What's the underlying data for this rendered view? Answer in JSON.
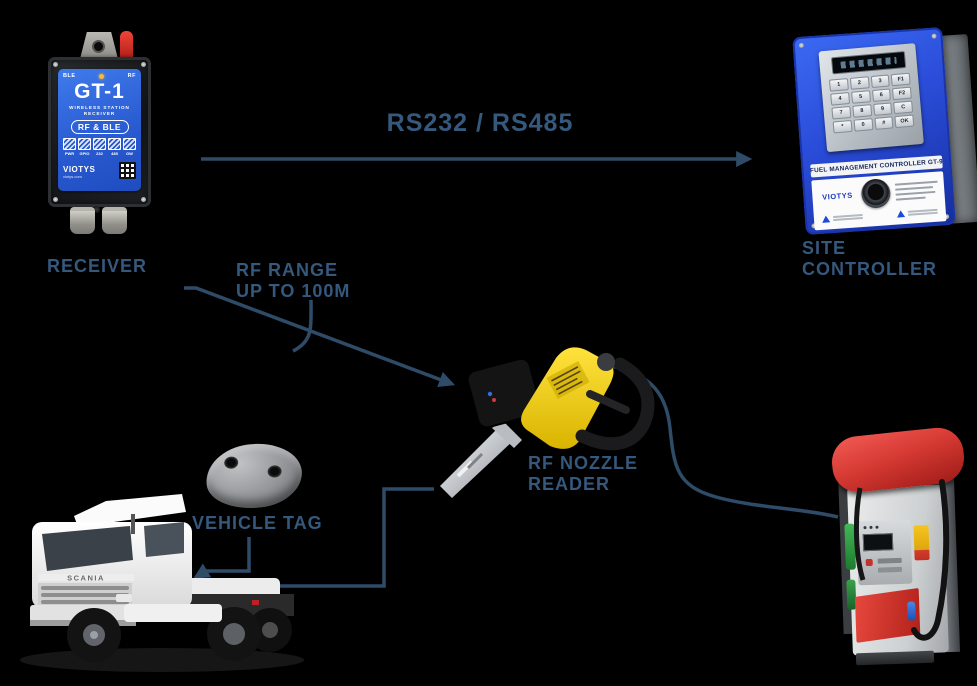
{
  "scene": {
    "background": "#000000",
    "label_color": "#35587d",
    "line_color": "#2e4b68"
  },
  "connections": {
    "bus": {
      "label": "RS232 / RS485"
    },
    "rf": {
      "label_line1": "RF RANGE",
      "label_line2": "UP TO 100M"
    }
  },
  "receiver": {
    "caption": "RECEIVER",
    "panel": {
      "ble": "BLE",
      "rf": "RF",
      "model": "GT-1",
      "subtitle_line1": "WIRELESS STATION",
      "subtitle_line2": "RECEIVER",
      "badge": "RF & BLE",
      "ports": [
        "PWR",
        "GPIO",
        "232",
        "485",
        "GW"
      ],
      "brand": "VIOTYS",
      "brand_site": "viotys.com"
    }
  },
  "site_controller": {
    "caption_line1": "SITE",
    "caption_line2": "CONTROLLER",
    "title_strip": "FUEL MANAGEMENT CONTROLLER GT-9",
    "brand": "VIOTYS",
    "keys": [
      "1",
      "2",
      "3",
      "F1",
      "4",
      "5",
      "6",
      "F2",
      "7",
      "8",
      "9",
      "C",
      "*",
      "0",
      "#",
      "OK"
    ]
  },
  "nozzle": {
    "caption_line1": "RF NOZZLE",
    "caption_line2": "READER"
  },
  "vehicle_tag": {
    "caption": "VEHICLE TAG"
  },
  "truck": {
    "badge": "SCANIA"
  }
}
